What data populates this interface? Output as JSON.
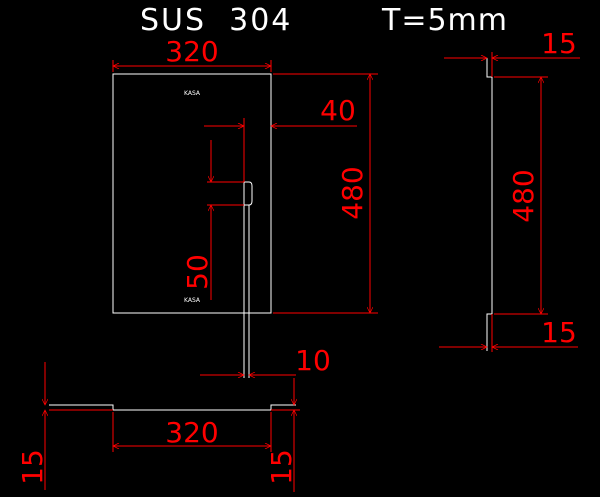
{
  "drawing": {
    "title_material": "SUS  304",
    "title_thickness": "T=5mm",
    "front_view": {
      "width_label": "320",
      "height_label": "480",
      "slot_offset_label": "40",
      "slot_height_label": "50",
      "slot_width_label": "10",
      "logo_top": "KASA",
      "logo_bottom": "KASA"
    },
    "side_view": {
      "height_label": "480",
      "top_flange_label": "15",
      "bottom_flange_label": "15"
    },
    "bottom_view": {
      "width_label": "320",
      "left_flange_label": "15",
      "right_flange_label": "15"
    }
  },
  "colors": {
    "background": "#000000",
    "outline": "#ffffff",
    "dimension": "#ff0000",
    "title_text": "#ffffff"
  }
}
